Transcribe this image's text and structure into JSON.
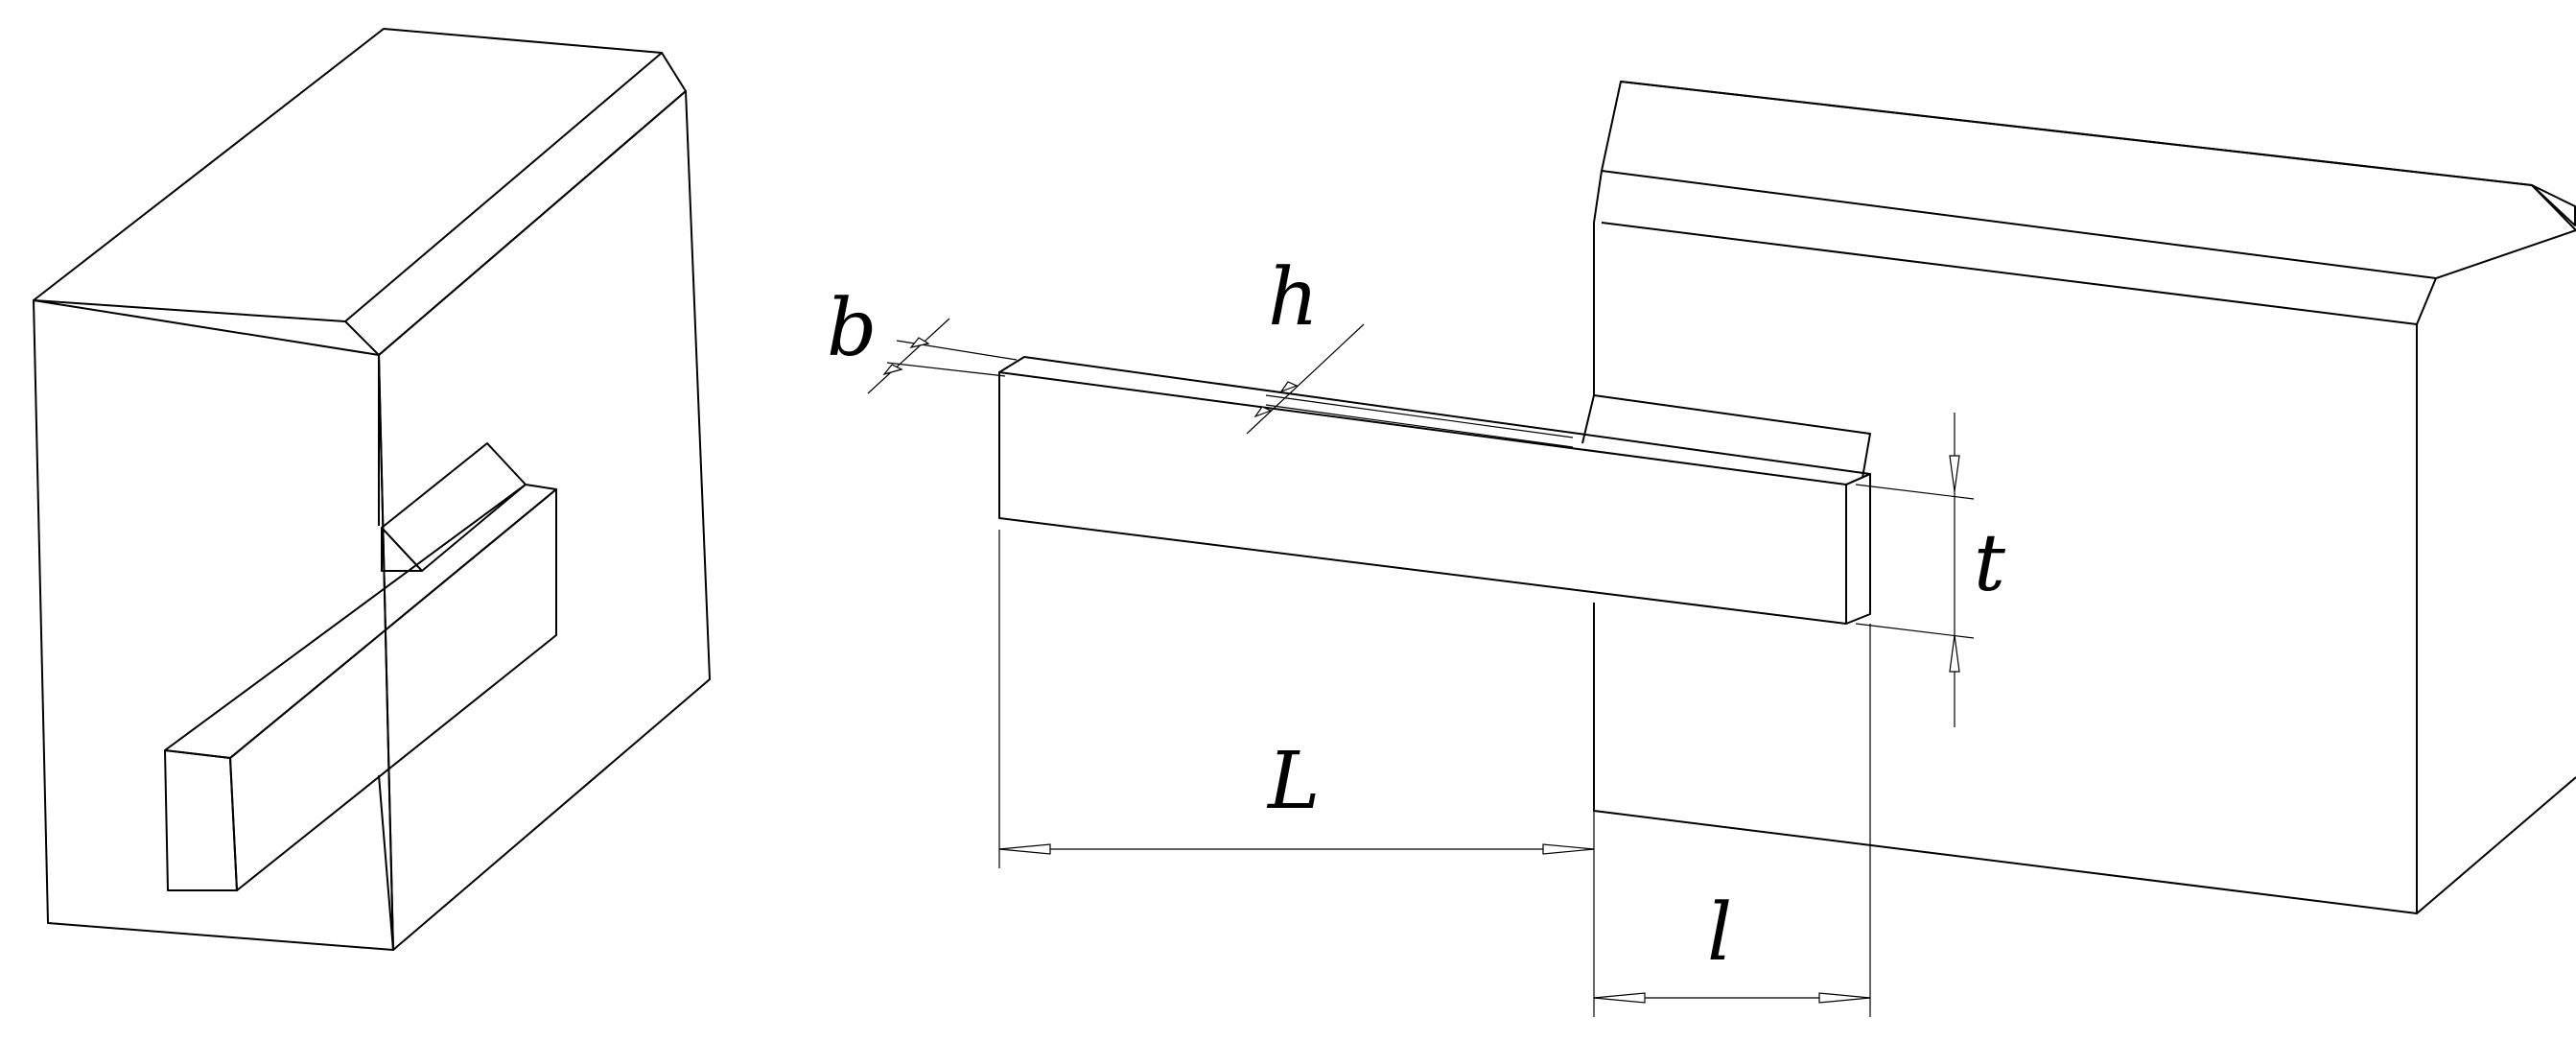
{
  "colors": {
    "housing": "#808080",
    "bar": "#8b4a00",
    "bar_side": "#7a4200",
    "wedge": "#8b1a1a",
    "wedge_side": "#6f1010",
    "outline": "#000000",
    "drawing_fill": "#ffffff"
  },
  "labels": {
    "b": "b",
    "h": "h",
    "t": "t",
    "L": "L",
    "l": "l"
  }
}
